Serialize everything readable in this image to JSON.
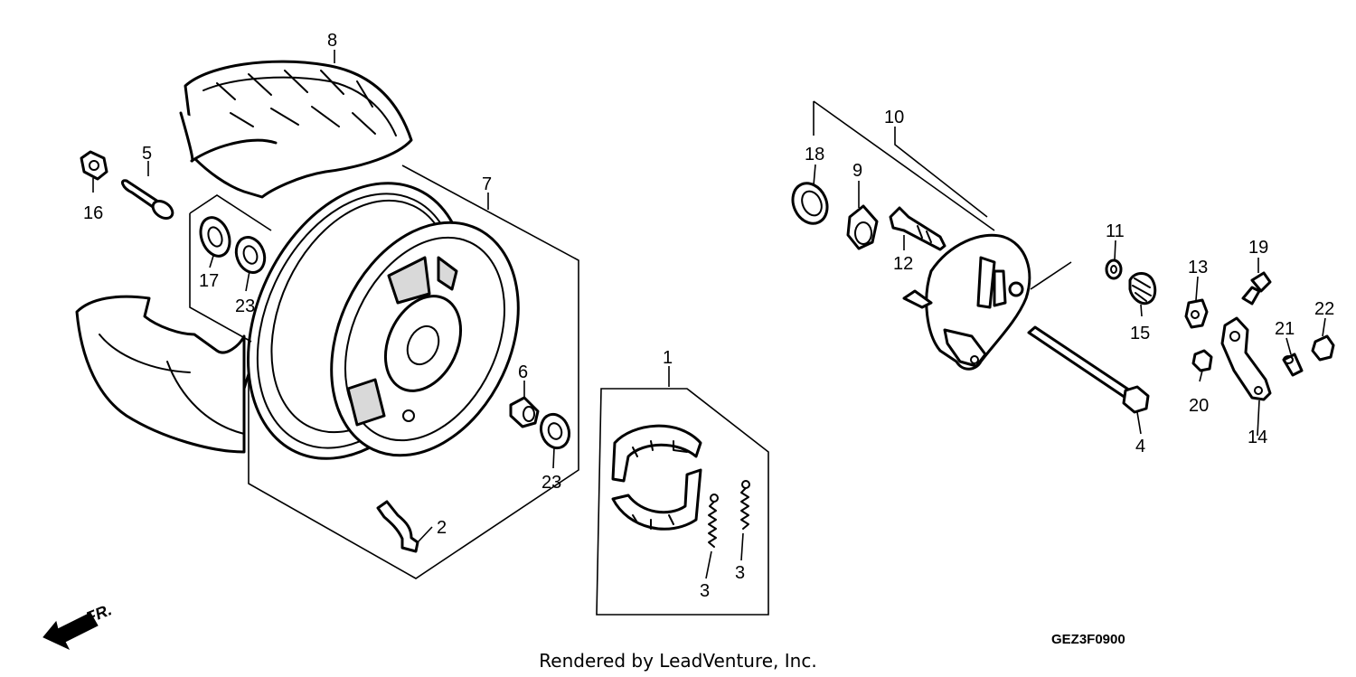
{
  "diagram": {
    "callouts": [
      {
        "id": "c1",
        "label": "1"
      },
      {
        "id": "c2",
        "label": "2"
      },
      {
        "id": "c3a",
        "label": "3"
      },
      {
        "id": "c3b",
        "label": "3"
      },
      {
        "id": "c4",
        "label": "4"
      },
      {
        "id": "c5",
        "label": "5"
      },
      {
        "id": "c6",
        "label": "6"
      },
      {
        "id": "c7",
        "label": "7"
      },
      {
        "id": "c8",
        "label": "8"
      },
      {
        "id": "c9",
        "label": "9"
      },
      {
        "id": "c10",
        "label": "10"
      },
      {
        "id": "c11",
        "label": "11"
      },
      {
        "id": "c12",
        "label": "12"
      },
      {
        "id": "c13",
        "label": "13"
      },
      {
        "id": "c14",
        "label": "14"
      },
      {
        "id": "c15",
        "label": "15"
      },
      {
        "id": "c16",
        "label": "16"
      },
      {
        "id": "c17",
        "label": "17"
      },
      {
        "id": "c18",
        "label": "18"
      },
      {
        "id": "c19",
        "label": "19"
      },
      {
        "id": "c20",
        "label": "20"
      },
      {
        "id": "c21",
        "label": "21"
      },
      {
        "id": "c22",
        "label": "22"
      },
      {
        "id": "c23a",
        "label": "23"
      },
      {
        "id": "c23b",
        "label": "23"
      }
    ],
    "diagram_code": "GEZ3F0900",
    "direction_label": "FR.",
    "credit": "Rendered by LeadVenture, Inc."
  }
}
